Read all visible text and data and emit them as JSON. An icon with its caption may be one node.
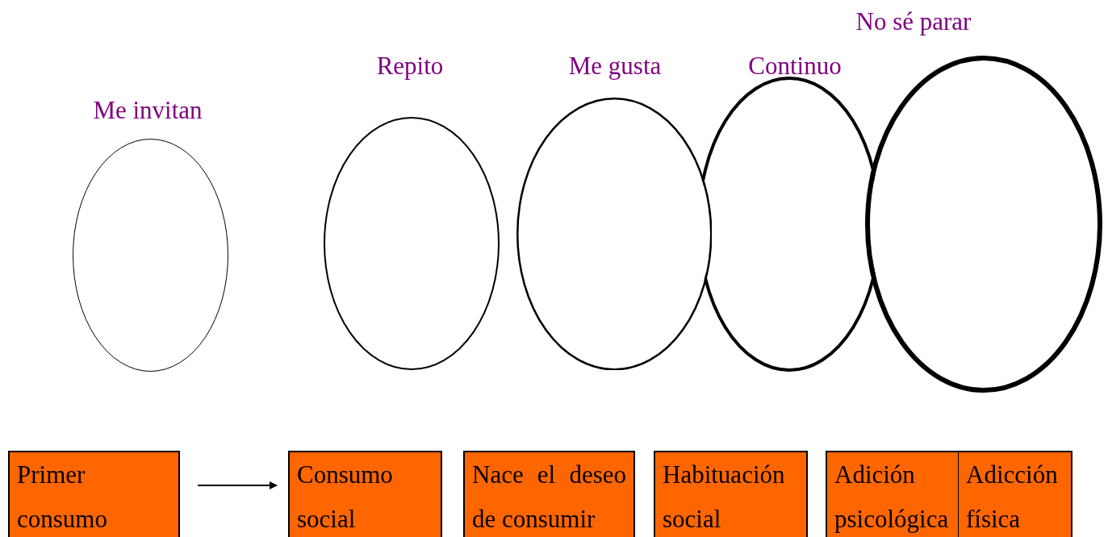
{
  "diagram": {
    "nodes": [
      {
        "text": [],
        "shape": "ellipse",
        "beside": [
          "Me invitan"
        ]
      },
      {
        "text": [],
        "shape": "ellipse",
        "beside": [
          "Repito"
        ]
      },
      {
        "text": [],
        "shape": "ellipse",
        "beside": [
          "Me gusta"
        ]
      },
      {
        "text": [],
        "shape": "ellipse",
        "beside": [
          "Continuo"
        ]
      },
      {
        "text": [],
        "shape": "ellipse",
        "beside": [
          "No sé parar"
        ]
      },
      {
        "text": [
          "Primer consumo"
        ]
      },
      {
        "text": [
          "Consumo social"
        ]
      },
      {
        "text": [
          "Nace el deseo de consumir"
        ]
      },
      {
        "text": [
          "Habituación social"
        ]
      },
      {
        "text": [
          "Adición psicológica"
        ]
      },
      {
        "text": [
          "Adicción física"
        ]
      }
    ],
    "edges": [
      {
        "from": 5,
        "to": 6,
        "arrow": "to"
      }
    ]
  }
}
